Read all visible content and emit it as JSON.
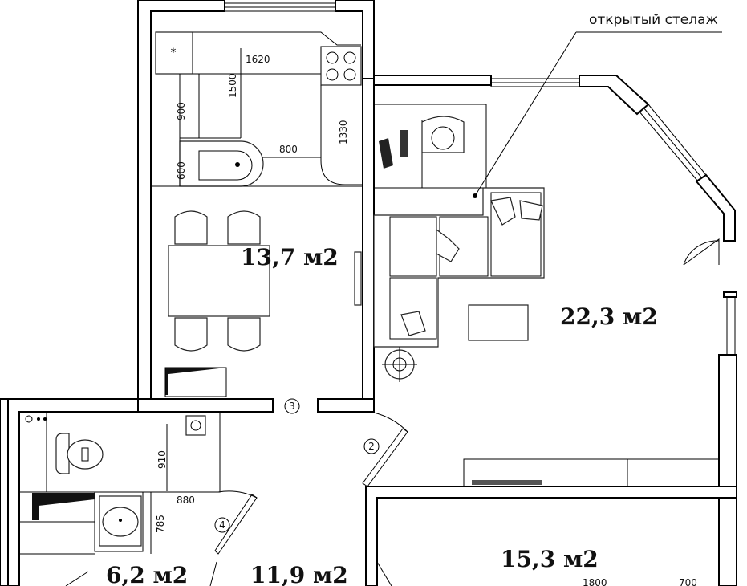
{
  "plan": {
    "rooms": [
      {
        "id": "kitchen",
        "area": "13,7 м2"
      },
      {
        "id": "living",
        "area": "22,3 м2"
      },
      {
        "id": "bathroom",
        "area": "6,2 м2"
      },
      {
        "id": "hall",
        "area": "11,9 м2"
      },
      {
        "id": "bedroom",
        "area": "15,3 м2"
      }
    ],
    "annotation": "открытый стелаж",
    "dimensions": {
      "kitchen_width": "1620",
      "kitchen_depth": "1500",
      "kitchen_left_900": "900",
      "kitchen_left_600": "600",
      "sink_width": "800",
      "kitchen_right": "1330",
      "bath_910": "910",
      "bath_880": "880",
      "bath_785": "785",
      "bottom_1800": "1800",
      "bottom_700": "700"
    },
    "door_numbers": [
      "3",
      "2",
      "4"
    ]
  }
}
